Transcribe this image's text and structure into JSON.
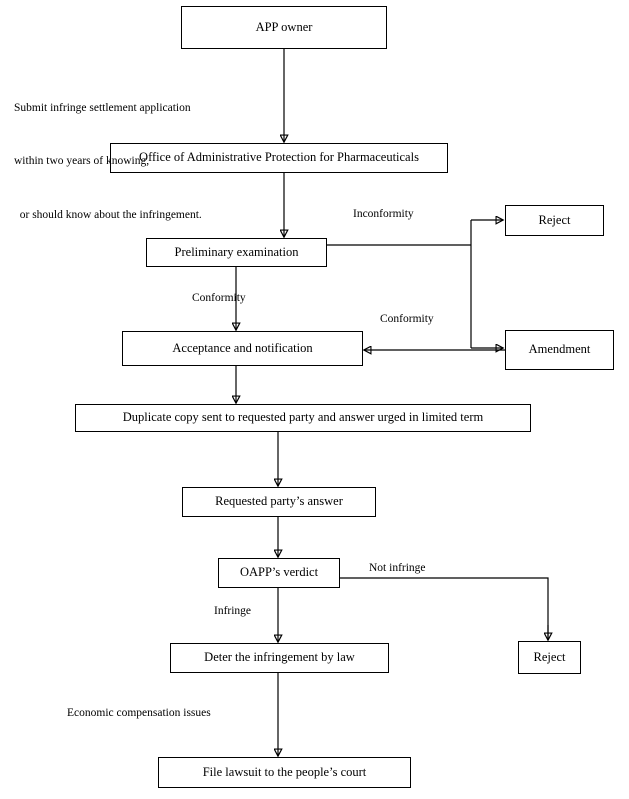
{
  "diagram": {
    "title": "APP infringement settlement procedure flowchart",
    "background_color": "#ffffff",
    "line_color": "#000000",
    "text_color": "#000000"
  },
  "nodes": {
    "app_owner": "APP owner",
    "oapp_office": "Office of Administrative Protection for Pharmaceuticals",
    "preliminary_examination": "Preliminary examination",
    "reject_top": "Reject",
    "amendment": "Amendment",
    "acceptance": "Acceptance and notification",
    "duplicate_copy": "Duplicate copy sent to requested party and answer urged in limited term",
    "requested_answer": "Requested party’s answer",
    "oapp_verdict": "OAPP’s verdict",
    "deter_infringement": "Deter the infringement by law",
    "reject_bottom": "Reject",
    "file_lawsuit": "File lawsuit to the people’s court"
  },
  "edge_labels": {
    "inconformity": "Inconformity",
    "conformity_down": "Conformity",
    "conformity_back": "Conformity",
    "not_infringe": "Not infringe",
    "infringe": "Infringe",
    "economic_compensation": "Economic compensation issues"
  },
  "notes": {
    "submit_line1": "Submit infringe settlement application",
    "submit_line2": "within two years of knowing,",
    "submit_line3": "  or should know about the infringement."
  }
}
